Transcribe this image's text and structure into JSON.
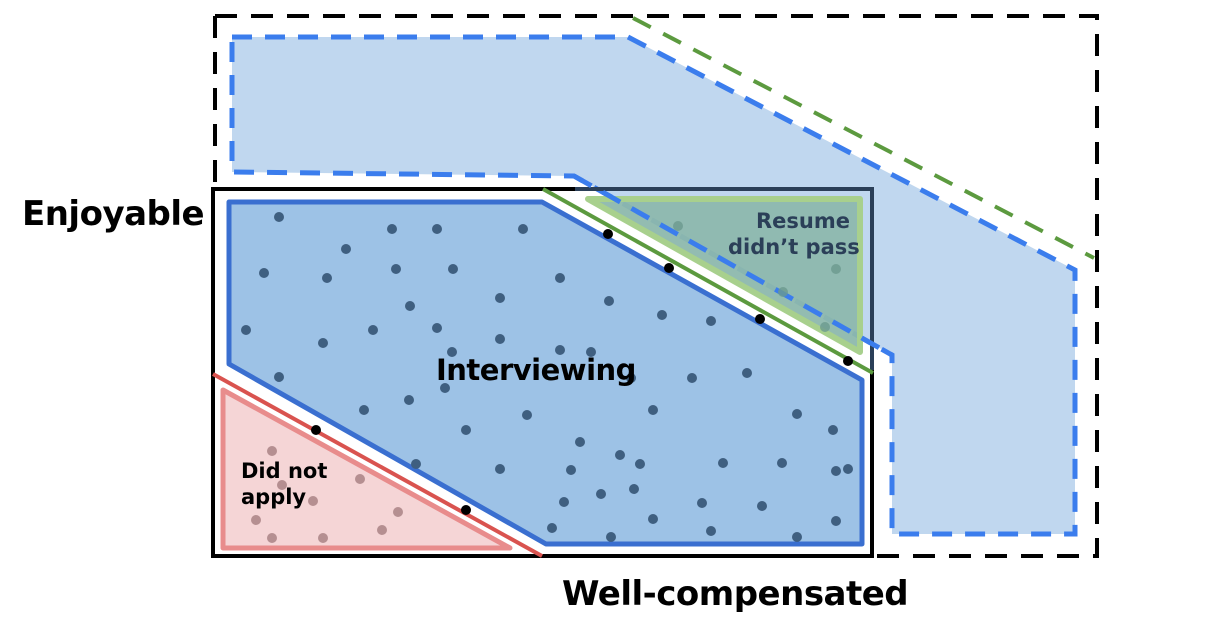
{
  "title": "Job search funnel",
  "axes": {
    "y_label": "Enjoyable",
    "x_label": "Well-compensated"
  },
  "regions": {
    "interviewing": {
      "label": "Interviewing",
      "fill": "#9dc2e6",
      "stroke": "#3a6fd0"
    },
    "resume_didnt_pass": {
      "label_lines": [
        "Resume",
        "didn’t pass"
      ],
      "fill": "#8db8ad",
      "stroke": "#a8d08d",
      "text_color": "#2b3f58"
    },
    "did_not_apply": {
      "label_lines": [
        "Did not",
        "apply"
      ],
      "fill": "#f5d5d6",
      "stroke": "#e88c8c"
    },
    "outer_possible": {
      "fill": "#c0d7ef",
      "stroke": "#3b7ded"
    }
  },
  "colors": {
    "dot": "#3f5f80",
    "dot_pink": "#a98385",
    "dot_green": "#6c9a8e",
    "boundary_red": "#d9534f",
    "boundary_green": "#5c9a3f",
    "solid_box": "#000000",
    "dashed_box": "#000000",
    "navy": "#2b3f58"
  },
  "dots": {
    "interviewing": [
      [
        279,
        217
      ],
      [
        392,
        229
      ],
      [
        437,
        229
      ],
      [
        523,
        229
      ],
      [
        346,
        249
      ],
      [
        264,
        273
      ],
      [
        327,
        278
      ],
      [
        396,
        269
      ],
      [
        453,
        269
      ],
      [
        560,
        278
      ],
      [
        500,
        298
      ],
      [
        410,
        306
      ],
      [
        609,
        301
      ],
      [
        662,
        315
      ],
      [
        711,
        321
      ],
      [
        246,
        330
      ],
      [
        373,
        330
      ],
      [
        437,
        328
      ],
      [
        500,
        339
      ],
      [
        323,
        343
      ],
      [
        452,
        352
      ],
      [
        560,
        350
      ],
      [
        591,
        352
      ],
      [
        445,
        388
      ],
      [
        631,
        378
      ],
      [
        692,
        378
      ],
      [
        747,
        373
      ],
      [
        279,
        377
      ],
      [
        364,
        410
      ],
      [
        409,
        400
      ],
      [
        580,
        442
      ],
      [
        653,
        410
      ],
      [
        797,
        414
      ],
      [
        466,
        430
      ],
      [
        527,
        415
      ],
      [
        620,
        455
      ],
      [
        833,
        430
      ],
      [
        836,
        471
      ],
      [
        416,
        464
      ],
      [
        500,
        469
      ],
      [
        571,
        470
      ],
      [
        640,
        464
      ],
      [
        723,
        463
      ],
      [
        782,
        463
      ],
      [
        848,
        469
      ],
      [
        601,
        494
      ],
      [
        634,
        489
      ],
      [
        564,
        502
      ],
      [
        702,
        503
      ],
      [
        762,
        506
      ],
      [
        552,
        528
      ],
      [
        611,
        537
      ],
      [
        653,
        519
      ],
      [
        711,
        531
      ],
      [
        797,
        537
      ],
      [
        836,
        521
      ]
    ],
    "boundary_black": [
      [
        608,
        234
      ],
      [
        669,
        268
      ],
      [
        760,
        319
      ],
      [
        848,
        361
      ],
      [
        316,
        430
      ],
      [
        466,
        510
      ]
    ],
    "pink": [
      [
        272,
        451
      ],
      [
        360,
        479
      ],
      [
        313,
        501
      ],
      [
        398,
        512
      ],
      [
        382,
        530
      ],
      [
        272,
        538
      ],
      [
        323,
        538
      ],
      [
        282,
        485
      ],
      [
        256,
        520
      ]
    ],
    "green": [
      [
        678,
        226
      ],
      [
        783,
        292
      ],
      [
        825,
        327
      ],
      [
        836,
        269
      ]
    ]
  }
}
